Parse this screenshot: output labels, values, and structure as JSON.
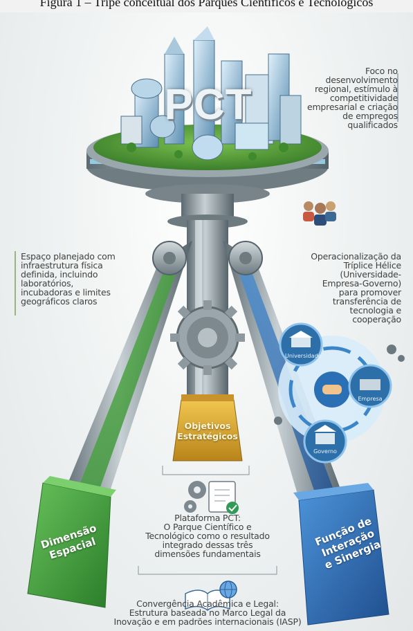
{
  "figure_caption": "Figura 1 – Tripé conceitual dos Parques Científicos e Tecnológicos",
  "center_title": "PCT",
  "top_right_text": [
    "Foco no",
    "desenvolvimento",
    "regional, estímulo à",
    "competitividade",
    "empresarial e criação",
    "de empregos",
    "qualificados"
  ],
  "left_text": [
    "Espaço planejado com",
    "infraestrutura física",
    "definida, incluindo",
    "laboratórios,",
    "incubadoras e limites",
    "geográficos claros"
  ],
  "right_text": [
    "Operacionalização da",
    "Tríplice Hélice",
    "(Universidade-",
    "Empresa-Governo)",
    "para promover",
    "transferência de",
    "tecnologia e",
    "cooperação"
  ],
  "pillars": {
    "left": [
      "Dimensão",
      "Espacial"
    ],
    "center": [
      "Objetivos",
      "Estratégicos"
    ],
    "right": [
      "Função de",
      "Interação",
      "e Sinergia"
    ]
  },
  "helix_nodes": {
    "top": "Universidade",
    "right": "Empresa",
    "bottom": "Governo"
  },
  "platform_text": [
    "Plataforma PCT:",
    "O Parque Científico e",
    "Tecnológico como o resultado",
    "integrado dessas três",
    "dimensões fundamentais"
  ],
  "bottom_text": [
    "Convergência Acadêmica e Legal:",
    "Estrutura baseada no Marco Legal da",
    "Inovação e em padrões internacionais (IASP)"
  ],
  "colors": {
    "green_pillar": "#3f9a3a",
    "gold_block": "#d9a62a",
    "blue_pillar": "#2f6fb5",
    "steel": "#8a969c"
  }
}
